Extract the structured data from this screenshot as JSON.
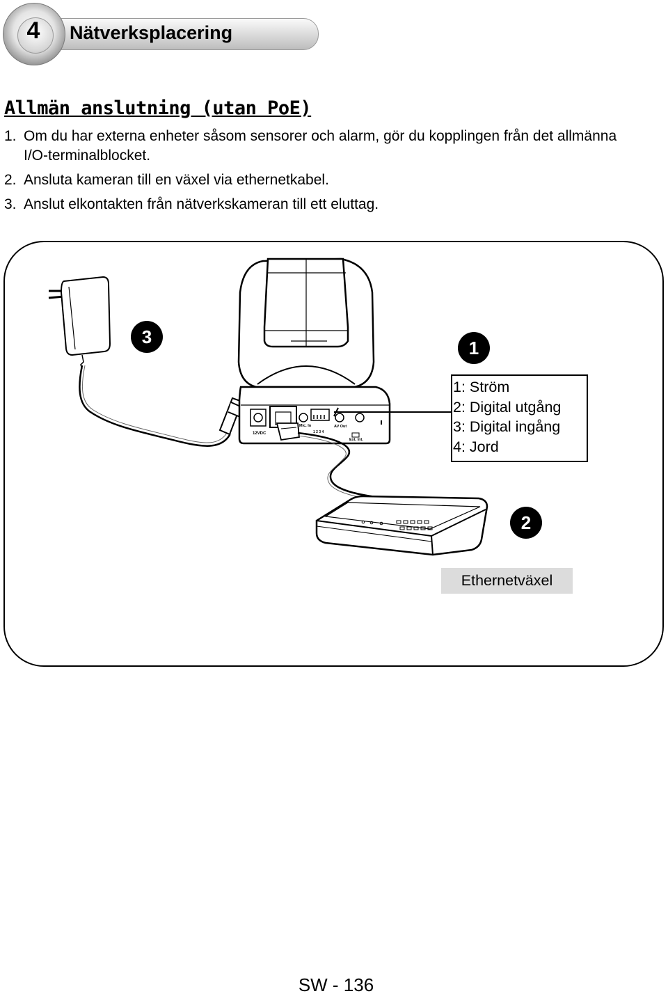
{
  "section": {
    "number": "4",
    "title": "Nätverksplacering"
  },
  "heading": "Allmän anslutning (utan PoE)",
  "steps": [
    {
      "num": "1.",
      "text": "Om du har externa enheter såsom sensorer och alarm, gör du kopplingen från det allmänna I/O-terminalblocket."
    },
    {
      "num": "2.",
      "text": "Ansluta kameran till en växel via ethernetkabel."
    },
    {
      "num": "3.",
      "text": "Anslut elkontakten från nätverkskameran till ett eluttag."
    }
  ],
  "diagram": {
    "badges": [
      "3",
      "1",
      "2"
    ],
    "legend": [
      "1: Ström",
      "2: Digital utgång",
      "3: Digital ingång",
      "4: Jord"
    ],
    "switch_label": "Ethernetväxel",
    "camera_port_labels": {
      "power": "12VDC",
      "mic": "Mic. In",
      "av": "AV Out",
      "ext": "Ext. Int.",
      "io_pins": "1 2 3 4"
    }
  },
  "page_number": "SW - 136"
}
